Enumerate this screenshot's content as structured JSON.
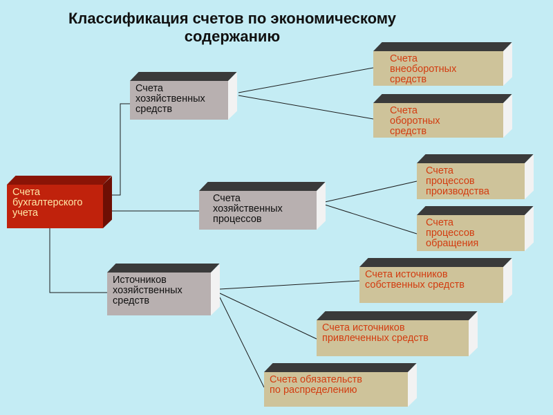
{
  "title": "Классификация счетов по экономическому\nсодержанию",
  "root": {
    "label": "Счета\nбухгалтерского\nучета"
  },
  "groups": [
    {
      "label": "Счета\nхозяйственных\nсредств",
      "children": [
        {
          "label": "Счета\nвнеоборотных\nсредств"
        },
        {
          "label": "Счета\nоборотных\nсредств"
        }
      ]
    },
    {
      "label": "Счета\nхозяйственных\nпроцессов",
      "children": [
        {
          "label": "Счета\nпроцессов\nпроизводства"
        },
        {
          "label": "Счета\nпроцессов\nобращения"
        }
      ]
    },
    {
      "label": "Источников\nхозяйственных\nсредств",
      "children": [
        {
          "label": "Счета источников\nсобственных средств"
        },
        {
          "label": "Счета источников\nпривлеченных средств"
        },
        {
          "label": "Счета обязательств\nпо распределению"
        }
      ]
    }
  ],
  "colors": {
    "background": "#c4ecf4",
    "root_box": "#c0220c",
    "group_box": "#b8b0b0",
    "leaf_box": "#cec39a",
    "leaf_text": "#d23c10"
  }
}
